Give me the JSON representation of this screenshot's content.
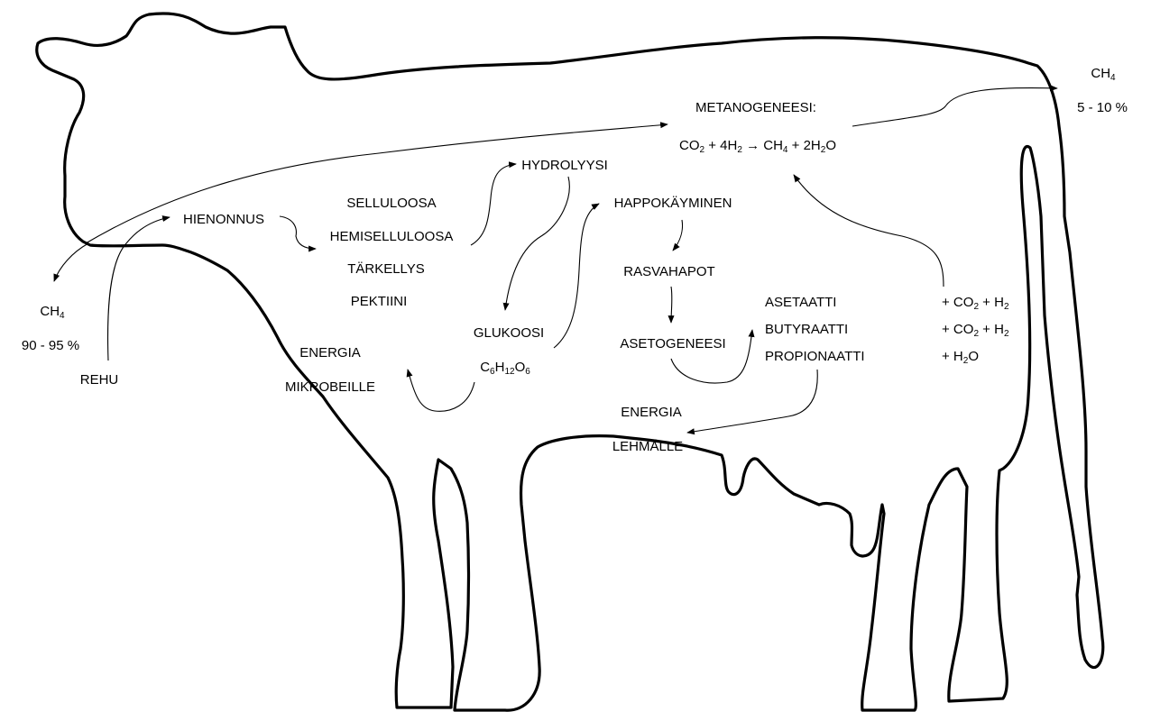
{
  "methanogenesis": {
    "title": "METANOGENEESI:",
    "equation": {
      "reactants": [
        "CO",
        "2",
        " + 4H",
        "2",
        " → CH",
        "4",
        " + 2H",
        "2",
        "O"
      ]
    }
  },
  "methane_tail": {
    "formula": [
      "CH",
      "4"
    ],
    "share": "5 - 10 %"
  },
  "methane_mouth": {
    "formula": [
      "CH",
      "4"
    ],
    "share": "90 - 95 %"
  },
  "feed": "REHU",
  "grinding": "HIENONNUS",
  "substrates": [
    "SELLULOOSA",
    "HEMISELLULOOSA",
    "TÄRKELLYS",
    "PEKTIINI"
  ],
  "hydrolysis": "HYDROLYYSI",
  "glucose": {
    "name": "GLUKOOSI",
    "formula": [
      "C",
      "6",
      "H",
      "12",
      "O",
      "6"
    ]
  },
  "energy_microbes": [
    "ENERGIA",
    "MIKROBEILLE"
  ],
  "acid_fermentation": "HAPPOKÄYMINEN",
  "fatty_acids": "RASVAHAPOT",
  "acetogenesis": "ASETOGENEESI",
  "products": [
    "ASETAATTI",
    "BUTYRAATTI",
    "PROPIONAATTI"
  ],
  "byproducts": [
    [
      "+ CO",
      "2",
      " + H",
      "2"
    ],
    [
      "+ CO",
      "2",
      " + H",
      "2"
    ],
    [
      "+ H",
      "2",
      "O"
    ]
  ],
  "energy_cow": [
    "ENERGIA",
    "LEHMÄLLE"
  ]
}
